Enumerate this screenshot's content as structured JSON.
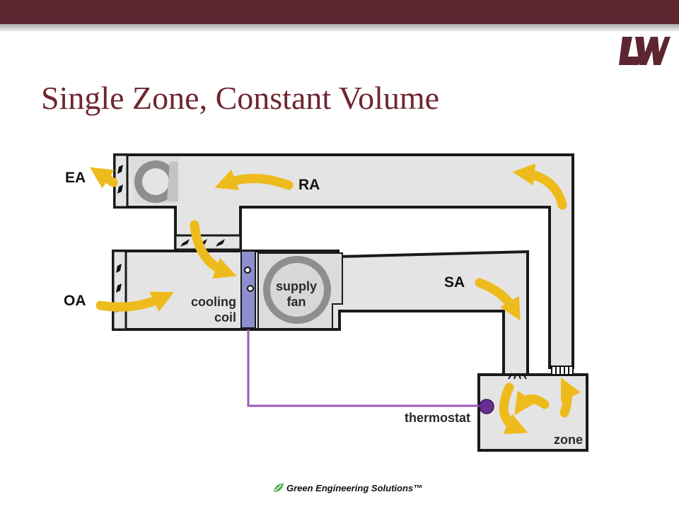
{
  "header": {
    "bar_color": "#5c2530",
    "logo_text": "LW",
    "logo_color": "#5c2530"
  },
  "slide": {
    "title": "Single Zone, Constant Volume",
    "title_color": "#6e2630"
  },
  "diagram": {
    "labels": {
      "exhaust_air": "EA",
      "return_air": "RA",
      "outdoor_air": "OA",
      "supply_air": "SA",
      "cooling_coil_line1": "cooling",
      "cooling_coil_line2": "coil",
      "supply_fan_line1": "supply",
      "supply_fan_line2": "fan",
      "thermostat": "thermostat",
      "zone": "zone"
    },
    "colors": {
      "duct_fill": "#e4e4e4",
      "duct_stroke": "#1a1a1a",
      "airflow_arrow": "#eebb1c",
      "cooling_coil": "#8d8fcf",
      "control_wire": "#9b59b6",
      "thermostat_sensor": "#6a2d91"
    }
  },
  "footer": {
    "text": "Green Engineering Solutions™",
    "icon": "leaf-icon"
  }
}
